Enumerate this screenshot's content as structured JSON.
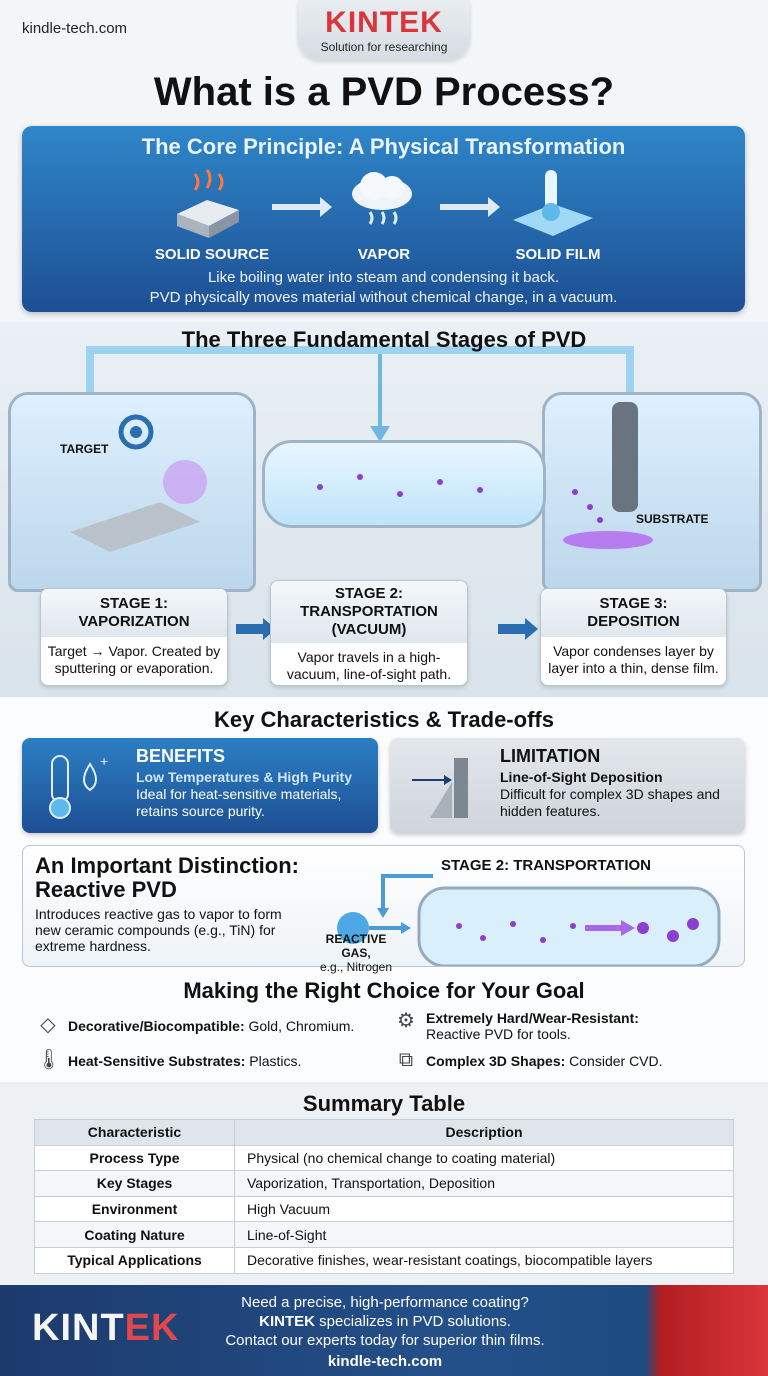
{
  "header": {
    "site": "kindle-tech.com",
    "logo_brand": "KINTEK",
    "logo_tagline": "Solution for researching"
  },
  "title": "What is a PVD Process?",
  "core": {
    "title": "The Core Principle: A Physical Transformation",
    "steps": [
      {
        "label": "SOLID SOURCE",
        "icon": "heated-block-icon"
      },
      {
        "label": "VAPOR",
        "icon": "cloud-vapor-icon"
      },
      {
        "label": "SOLID FILM",
        "icon": "thermometer-film-icon"
      }
    ],
    "caption_1": "Like boiling water into steam and condensing it back.",
    "caption_2": "PVD physically moves material without chemical change, in a vacuum."
  },
  "stages": {
    "title": "The Three Fundamental Stages of PVD",
    "target_label": "TARGET",
    "substrate_label": "SUBSTRATE",
    "items": [
      {
        "heading": "STAGE 1:\nVAPORIZATION",
        "body": "Target → Vapor. Created by sputtering or evaporation."
      },
      {
        "heading": "STAGE 2:\nTRANSPORTATION\n(VACUUM)",
        "body": "Vapor travels in a high-vacuum, line-of-sight path."
      },
      {
        "heading": "STAGE 3:\nDEPOSITION",
        "body": "Vapor condenses layer by layer into a thin, dense film."
      }
    ]
  },
  "characteristics": {
    "title": "Key Characteristics & Trade-offs",
    "benefits": {
      "title": "BENEFITS",
      "subtitle": "Low Temperatures & High Purity",
      "text": "Ideal for heat-sensitive materials, retains source purity."
    },
    "limitation": {
      "title": "LIMITATION",
      "subtitle": "Line-of-Sight Deposition",
      "text": "Difficult for complex 3D shapes and hidden features."
    }
  },
  "reactive": {
    "title": "An Important Distinction: Reactive PVD",
    "text": "Introduces reactive gas to vapor to form new ceramic compounds (e.g., TiN) for extreme hardness.",
    "stage_label": "STAGE 2: TRANSPORTATION",
    "gas_label": "REACTIVE GAS,",
    "gas_example": "e.g., Nitrogen"
  },
  "choices": {
    "title": "Making the Right Choice for Your Goal",
    "items": [
      {
        "icon": "diamond-icon",
        "bold": "Decorative/Biocompatible:",
        "text": " Gold, Chromium."
      },
      {
        "icon": "gear-icon",
        "bold": "Extremely Hard/Wear-Resistant:",
        "text": " Reactive PVD for tools."
      },
      {
        "icon": "thermometer-icon",
        "bold": "Heat-Sensitive Substrates:",
        "text": " Plastics."
      },
      {
        "icon": "3d-shape-icon",
        "bold": "Complex 3D Shapes:",
        "text": " Consider CVD."
      }
    ]
  },
  "summary": {
    "title": "Summary Table",
    "headers": [
      "Characteristic",
      "Description"
    ],
    "rows": [
      [
        "Process Type",
        "Physical (no chemical change to coating material)"
      ],
      [
        "Key Stages",
        "Vaporization, Transportation, Deposition"
      ],
      [
        "Environment",
        "High Vacuum"
      ],
      [
        "Coating Nature",
        "Line-of-Sight"
      ],
      [
        "Typical Applications",
        "Decorative finishes, wear-resistant coatings, biocompatible layers"
      ]
    ]
  },
  "footer": {
    "brand_a": "KINT",
    "brand_b": "EK",
    "line1": "Need a precise, high-performance coating?",
    "line2_bold": "KINTEK",
    "line2": " specializes in PVD solutions.",
    "line3": "Contact our experts today for superior thin films.",
    "url": "kindle-tech.com"
  }
}
